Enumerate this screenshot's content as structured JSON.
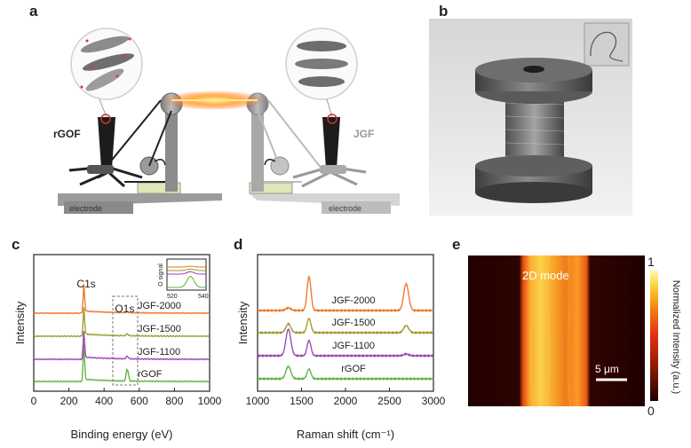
{
  "panels": {
    "a": {
      "letter": "a",
      "rgof_label": "rGOF",
      "jgf_label": "JGF",
      "electrode_left": "electrode",
      "electrode_right": "electrode"
    },
    "b": {
      "letter": "b"
    },
    "c": {
      "letter": "c"
    },
    "d": {
      "letter": "d"
    },
    "e": {
      "letter": "e"
    }
  },
  "chart_data": [
    {
      "id": "xps",
      "type": "line",
      "xlabel": "Binding energy (eV)",
      "ylabel": "Intensity",
      "xlim": [
        0,
        1000
      ],
      "xticks": [
        0,
        200,
        400,
        600,
        800,
        1000
      ],
      "peak_labels": [
        {
          "text": "C1s",
          "x": 285
        },
        {
          "text": "O1s",
          "x": 532
        }
      ],
      "series": [
        {
          "name": "rGOF",
          "color": "#5ab23c",
          "offset": 0,
          "c1s": 42,
          "o1s": 14
        },
        {
          "name": "JGF-1100",
          "color": "#9b3fb5",
          "offset": 1,
          "c1s": 32,
          "o1s": 3
        },
        {
          "name": "JGF-1500",
          "color": "#9a9a2a",
          "offset": 2,
          "c1s": 32,
          "o1s": 2
        },
        {
          "name": "JGF-2000",
          "color": "#ee7320",
          "offset": 3,
          "c1s": 32,
          "o1s": 1
        }
      ],
      "inset": {
        "ylabel": "O signal",
        "xlim": [
          520,
          540
        ],
        "xticks": [
          520,
          540
        ]
      }
    },
    {
      "id": "raman",
      "type": "line",
      "xlabel": "Raman shift (cm⁻¹)",
      "ylabel": "Intensity",
      "xlim": [
        1000,
        3000
      ],
      "xticks": [
        1000,
        1500,
        2000,
        2500,
        3000
      ],
      "series": [
        {
          "name": "rGOF",
          "color": "#5ab23c",
          "offset": 0,
          "D": 14,
          "G": 11,
          "twoD": 0
        },
        {
          "name": "JGF-1100",
          "color": "#9b3fb5",
          "offset": 1,
          "D": 30,
          "G": 17,
          "twoD": 2
        },
        {
          "name": "JGF-1500",
          "color": "#9a9a2a",
          "offset": 2,
          "D": 10,
          "G": 16,
          "twoD": 8
        },
        {
          "name": "JGF-2000",
          "color": "#ee7320",
          "offset": 3,
          "D": 3,
          "G": 38,
          "twoD": 30
        }
      ]
    },
    {
      "id": "raman-map",
      "type": "heatmap",
      "annotation": "2D mode",
      "colorbar_label": "Normalized Intensity (a.u.)",
      "colorbar_ticks": [
        "0",
        "1"
      ],
      "scale_bar_label": "5 μm",
      "colors": [
        "#1a0000",
        "#8a1a00",
        "#e03010",
        "#f57c10",
        "#fbd238",
        "#fff6b4"
      ]
    }
  ]
}
